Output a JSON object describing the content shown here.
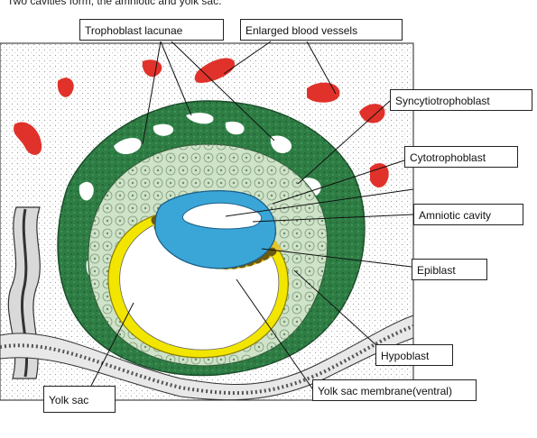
{
  "caption": "Two cavities form, the amniotic and yolk sac.",
  "labels": {
    "trophoblast_lacunae": "Trophoblast lacunae",
    "enlarged_blood_vessels": "Enlarged blood vessels",
    "syncytiotrophoblast": "Syncytiotrophoblast",
    "cytotrophoblast": "Cytotrophoblast",
    "amniotic_cavity": "Amniotic cavity",
    "epiblast": "Epiblast",
    "hypoblast": "Hypoblast",
    "yolk_sac": "Yolk sac",
    "yolk_sac_membrane": "Yolk sac membrane(ventral)"
  },
  "colors": {
    "syncytiotrophoblast": "#2e7d44",
    "cytotrophoblast": "#cfe3c9",
    "blood": "#e0322a",
    "epiblast": "#3aa6d8",
    "hypoblast": "#e6c52a",
    "yolk_membrane": "#f2e600"
  }
}
